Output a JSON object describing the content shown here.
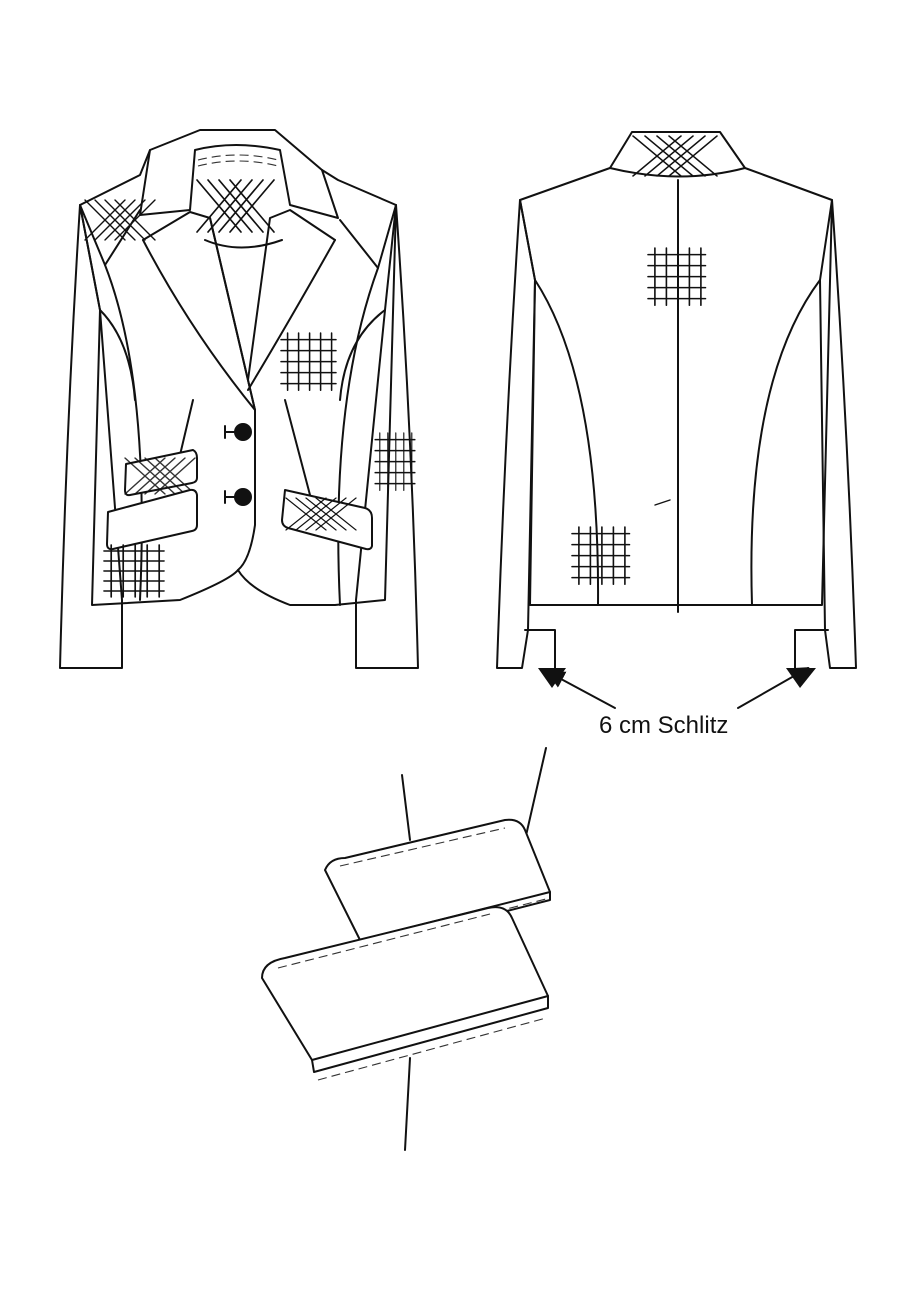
{
  "annotation": {
    "vent_label": "6 cm Schlitz"
  },
  "colors": {
    "line": "#111111",
    "background": "#ffffff"
  },
  "views": [
    "front-view",
    "back-view",
    "pocket-detail"
  ]
}
